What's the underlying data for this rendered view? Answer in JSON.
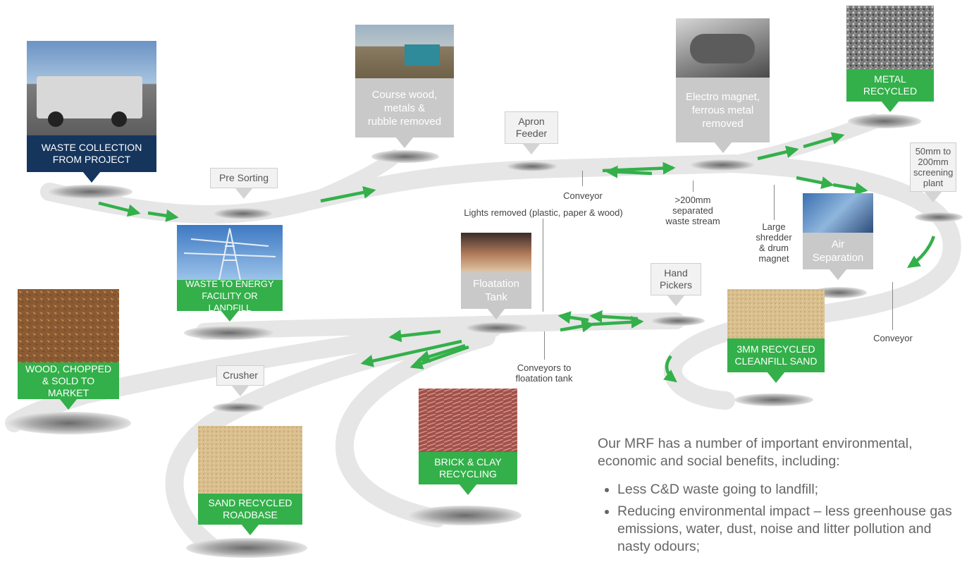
{
  "outputs": {
    "waste_collection": "WASTE COLLECTION\nFROM PROJECT",
    "waste_to_energy": "WASTE TO ENERGY\nFACILITY OR LANDFILL",
    "wood": "WOOD, CHOPPED\n& SOLD TO MARKET",
    "sand_roadbase": "SAND RECYCLED\nROADBASE",
    "brick_clay": "BRICK & CLAY\nRECYCLING",
    "cleanfill_sand": "3MM RECYCLED\nCLEANFILL SAND",
    "metal": "METAL\nRECYCLED"
  },
  "process_cards": {
    "course_wood": "Course wood,\nmetals &\nrubble removed",
    "electro_magnet": "Electro magnet,\nferrous metal\nremoved",
    "floatation_tank": "Floatation\nTank",
    "air_separation": "Air\nSeparation"
  },
  "callouts": {
    "pre_sorting": "Pre Sorting",
    "apron_feeder": "Apron\nFeeder",
    "hand_pickers": "Hand\nPickers",
    "crusher": "Crusher",
    "screening_plant": "50mm to\n200mm\nscreening\nplant"
  },
  "notes": {
    "conveyor_top": "Conveyor",
    "lights_removed": "Lights removed (plastic, paper & wood)",
    "separated_stream": ">200mm\nseparated\nwaste stream",
    "shredder": "Large\nshredder\n& drum\nmagnet",
    "conveyor_right": "Conveyor",
    "conveyors_to_tank": "Conveyors to\nfloatation tank"
  },
  "benefits": {
    "intro": "Our MRF has a number of important environmental, economic and social benefits, including:",
    "items": [
      "Less C&D waste going to landfill;",
      "Reducing environmental impact – less greenhouse gas emissions, water, dust, noise and litter pollution and nasty odours;"
    ]
  },
  "colors": {
    "green": "#33b04a",
    "navy": "#15355d",
    "grey_label": "#c9c9c9",
    "track": "#e6e6e6"
  }
}
